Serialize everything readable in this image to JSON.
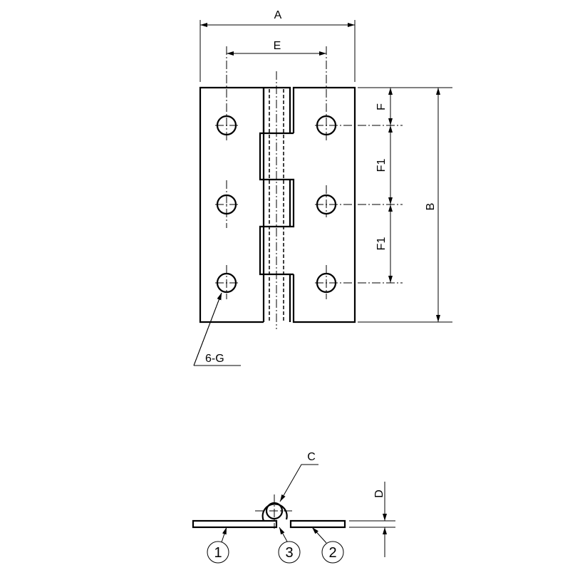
{
  "labels": {
    "A": "A",
    "E": "E",
    "B": "B",
    "F": "F",
    "F1_upper": "F1",
    "F1_lower": "F1",
    "holes": "6-G",
    "C": "C",
    "D": "D"
  },
  "balloons": [
    "1",
    "3",
    "2"
  ]
}
